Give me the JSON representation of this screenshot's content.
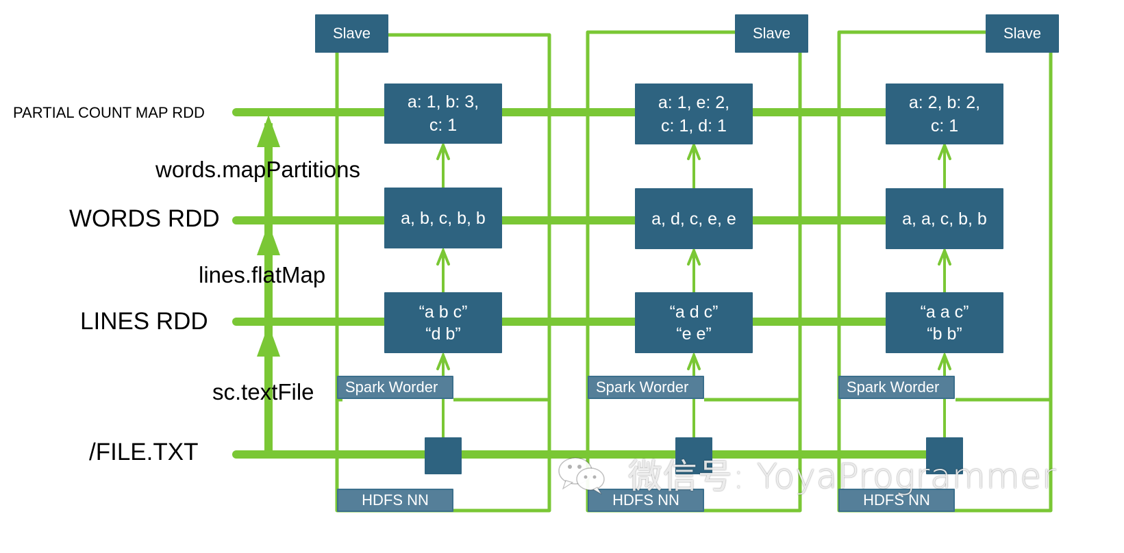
{
  "title": "Spark word count RDD lineage across slaves",
  "colors": {
    "line_green": "#7ac735",
    "box_dark": "#2e6380",
    "box_light": "#557f99",
    "text_dark": "#000000",
    "text_light": "#ffffff"
  },
  "row_labels": {
    "partial_count": "PARTIAL COUNT MAP RDD",
    "words": "WORDS RDD",
    "lines": "LINES RDD",
    "file": "/FILE.TXT"
  },
  "transformations": {
    "map_partitions": "words.mapPartitions",
    "flat_map": "lines.flatMap",
    "text_file": "sc.textFile"
  },
  "nodes": [
    {
      "slave_label": "Slave",
      "partial_count": [
        "a: 1, b: 3,",
        "c: 1"
      ],
      "words": "a, b, c, b, b",
      "lines": [
        "“a b c”",
        "“d b”"
      ],
      "worker_label": "Spark Worder",
      "hdfs_label": "HDFS NN"
    },
    {
      "slave_label": "Slave",
      "partial_count": [
        "a: 1, e: 2,",
        "c: 1, d: 1"
      ],
      "words": "a, d, c, e, e",
      "lines": [
        "“a d c”",
        "“e e”"
      ],
      "worker_label": "Spark Worder",
      "hdfs_label": "HDFS NN"
    },
    {
      "slave_label": "Slave",
      "partial_count": [
        "a: 2, b: 2,",
        "c: 1"
      ],
      "words": "a, a, c, b, b",
      "lines": [
        "“a a c”",
        "“b b”"
      ],
      "worker_label": "Spark Worder",
      "hdfs_label": "HDFS NN"
    }
  ],
  "watermark": {
    "icon": "wechat-icon",
    "text": "微信号: YoyaProgrammer"
  }
}
